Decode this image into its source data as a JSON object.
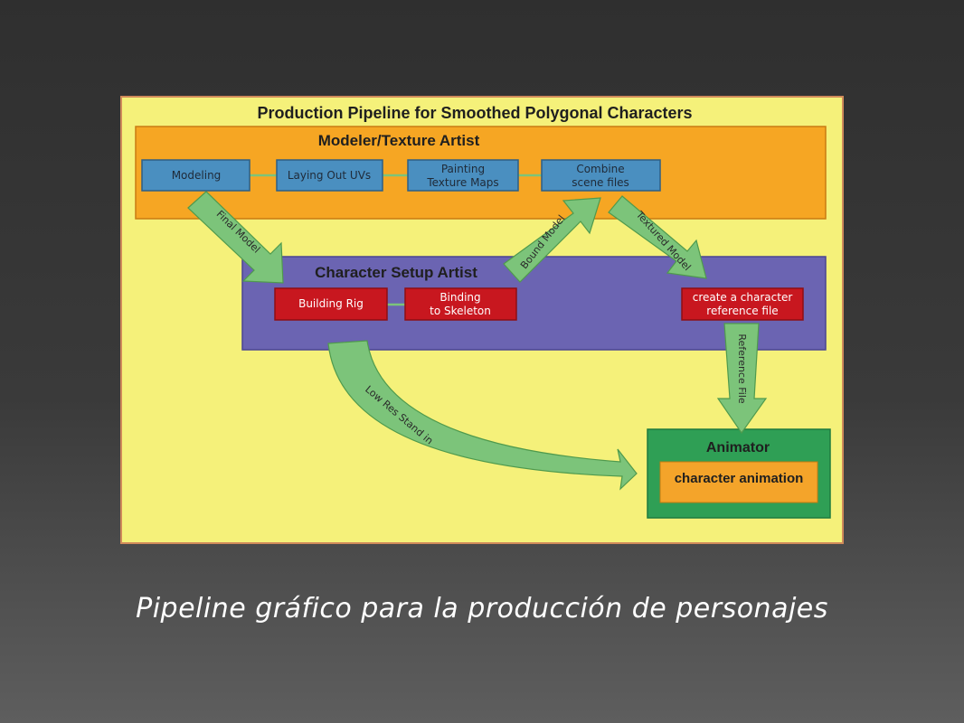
{
  "diagram": {
    "title": "Production Pipeline for Smoothed Polygonal Characters",
    "groups": {
      "modeler": "Modeler/Texture Artist",
      "setup": "Character Setup Artist",
      "animator": "Animator"
    },
    "modeler_steps": [
      {
        "line1": "Modeling",
        "line2": ""
      },
      {
        "line1": "Laying Out UVs",
        "line2": ""
      },
      {
        "line1": "Painting",
        "line2": "Texture Maps"
      },
      {
        "line1": "Combine",
        "line2": "scene files"
      }
    ],
    "setup_steps": [
      {
        "line1": "Building Rig",
        "line2": ""
      },
      {
        "line1": "Binding",
        "line2": "to Skeleton"
      },
      {
        "line1": "create a character",
        "line2": "reference file"
      }
    ],
    "animator_step": "character animation",
    "arrows": {
      "final_model": "Final Model",
      "bound_model": "Bound Model",
      "textured_model": "Textured Model",
      "reference_file": "Reference File",
      "low_res": "Low Res Stand in"
    },
    "colors": {
      "panel": "#f5f17a",
      "modeler_bg": "#f6a623",
      "step_blue": "#4a8fc0",
      "setup_bg": "#6b64b2",
      "step_red": "#c8171f",
      "animator_bg": "#2f9f55",
      "animation_step": "#f4a42a",
      "arrow_green": "#7cc47a"
    }
  },
  "caption": "Pipeline gráfico para la producción de personajes"
}
